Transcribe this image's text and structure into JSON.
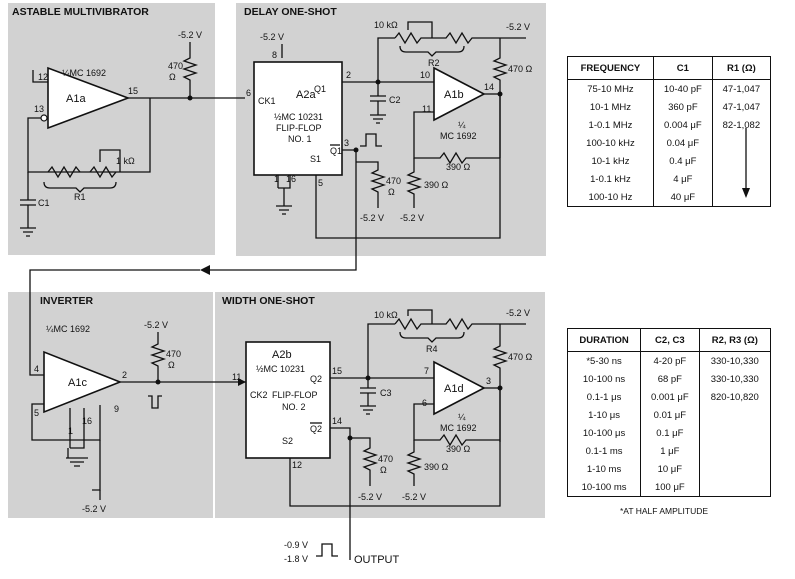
{
  "blocks": {
    "astable": {
      "title": "ASTABLE MULTIVIBRATOR",
      "chip": "¼MC 1692",
      "amp": "A1a",
      "supply": "-5.2 V",
      "r_pull": "470",
      "r_unit": "Ω",
      "pot": "1 kΩ",
      "r1": "R1",
      "c1": "C1",
      "pin12": "12",
      "pin13": "13",
      "pin15": "15"
    },
    "delay": {
      "title": "DELAY ONE-SHOT",
      "supply_top": "-5.2 V",
      "amp": "A2a",
      "ff_chip": "½MC 10231",
      "ff_name1": "FLIP-FLOP",
      "ff_name2": "NO. 1",
      "ck": "CK1",
      "q": "Q1",
      "qbar": "Q1",
      "s": "S1",
      "pin8": "8",
      "pin6": "6",
      "pin2": "2",
      "pin3": "3",
      "pin5": "5",
      "pin1": "1",
      "pin16": "16",
      "c2": "C2",
      "pot": "10 kΩ",
      "r2": "R2",
      "supply_r": "-5.2 V",
      "amp2": "A1b",
      "amp2_chip1": "¼",
      "amp2_chip2": "MC 1692",
      "pin10": "10",
      "pin11": "11",
      "pin14": "14",
      "r470": "470 Ω",
      "r390": "390 Ω",
      "r470b": "470",
      "r_unit": "Ω",
      "r390b": "390 Ω",
      "supply_b1": "-5.2 V",
      "supply_b2": "-5.2 V"
    },
    "inverter": {
      "title": "INVERTER",
      "chip": "¼MC 1692",
      "amp": "A1c",
      "supply": "-5.2 V",
      "r_pull": "470",
      "r_unit": "Ω",
      "pin4": "4",
      "pin5": "5",
      "pin2": "2",
      "pin9": "9",
      "pin1": "1",
      "pin16": "16",
      "supply_b": "-5.2 V"
    },
    "width": {
      "title": "WIDTH ONE-SHOT",
      "amp": "A2b",
      "ff_chip": "½MC 10231",
      "ff_name1": "FLIP-FLOP",
      "ff_name2": "NO. 2",
      "ck": "CK2",
      "q": "Q2",
      "qbar": "Q2",
      "s": "S2",
      "pin11": "11",
      "pin15": "15",
      "pin14": "14",
      "pin12": "12",
      "c3": "C3",
      "pot": "10 kΩ",
      "r4": "R4",
      "supply_r": "-5.2 V",
      "amp2": "A1d",
      "amp2_chip1": "¼",
      "amp2_chip2": "MC 1692",
      "pin7": "7",
      "pin6": "6",
      "pin3": "3",
      "r470": "470 Ω",
      "r390": "390 Ω",
      "r470b": "470",
      "r_unit": "Ω",
      "r390b": "390 Ω",
      "supply_b1": "-5.2 V",
      "supply_b2": "-5.2 V"
    }
  },
  "output": {
    "label": "OUTPUT",
    "v_high": "-0.9 V",
    "v_low": "-1.8 V"
  },
  "freq_table": {
    "headers": [
      "FREQUENCY",
      "C1",
      "R1 (Ω)"
    ],
    "rows": [
      [
        "75-10 MHz",
        "10-40 pF",
        "47-1,047"
      ],
      [
        "10-1 MHz",
        "360 pF",
        "47-1,047"
      ],
      [
        "1-0.1 MHz",
        "0.004 μF",
        "82-1,082"
      ],
      [
        "100-10 kHz",
        "0.04 μF",
        ""
      ],
      [
        "10-1 kHz",
        "0.4 μF",
        ""
      ],
      [
        "1-0.1 kHz",
        "4 μF",
        ""
      ],
      [
        "100-10 Hz",
        "40 μF",
        ""
      ]
    ]
  },
  "dur_table": {
    "headers": [
      "DURATION",
      "C2, C3",
      "R2, R3 (Ω)"
    ],
    "rows": [
      [
        "*5-30 ns",
        "4-20 pF",
        "330-10,330"
      ],
      [
        "10-100 ns",
        "68 pF",
        "330-10,330"
      ],
      [
        "0.1-1 μs",
        "0.001 μF",
        "820-10,820"
      ],
      [
        "1-10 μs",
        "0.01 μF",
        ""
      ],
      [
        "10-100 μs",
        "0.1 μF",
        ""
      ],
      [
        "0.1-1 ms",
        "1 μF",
        ""
      ],
      [
        "1-10 ms",
        "10 μF",
        ""
      ],
      [
        "10-100 ms",
        "100 μF",
        ""
      ]
    ],
    "note": "*AT HALF AMPLITUDE"
  }
}
